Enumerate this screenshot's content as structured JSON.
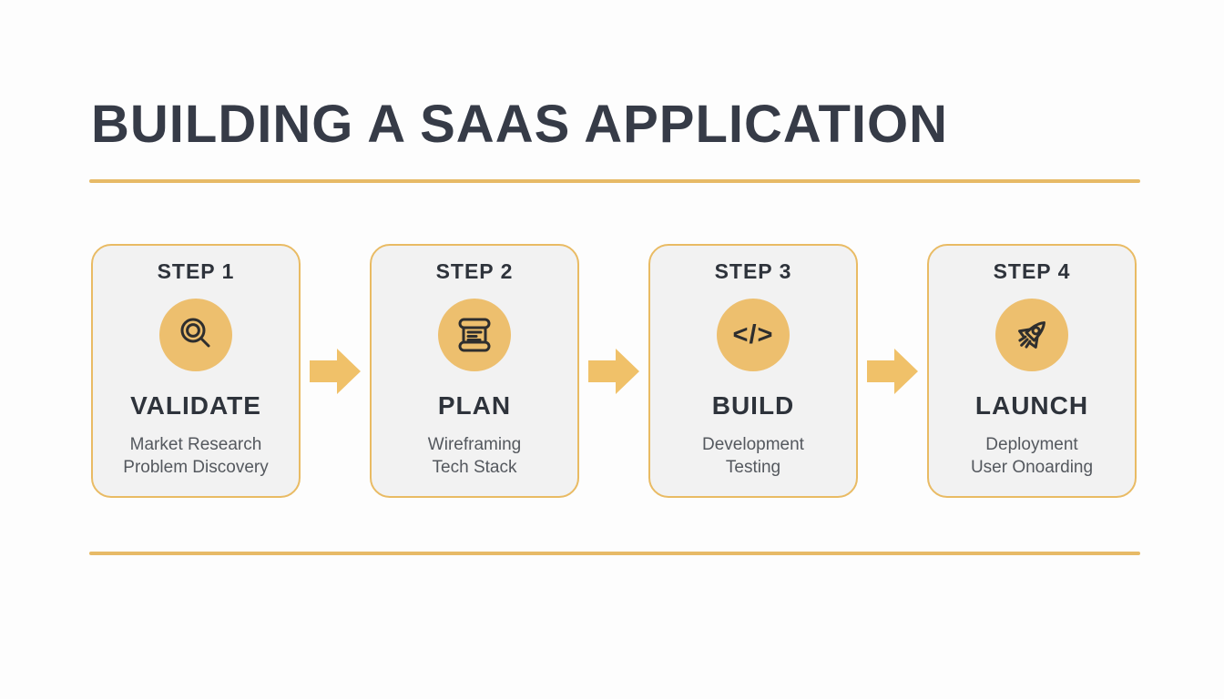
{
  "page": {
    "title": "BUILDING A SAAS APPLICATION"
  },
  "colors": {
    "page_bg": "#fdfdfd",
    "gold": "#e7ba67",
    "arrow_gold": "#f0c169",
    "circle_gold": "#edbf6e",
    "card_bg": "#f2f2f2",
    "card_border": "#e9bb64",
    "title_dark": "#363b47",
    "text_dark": "#2e333b",
    "subtext_gray": "#54585e",
    "icon_stroke": "#2e2e2e"
  },
  "icons": {
    "arrow": "arrow-right-icon",
    "step1": "magnifier-icon",
    "step2": "scroll-icon",
    "step3": "code-icon",
    "step4": "rocket-icon"
  },
  "steps": [
    {
      "step_label": "STEP 1",
      "name": "VALIDATE",
      "detail1": "Market Research",
      "detail2": "Problem Discovery",
      "icon": "magnifier-icon"
    },
    {
      "step_label": "STEP 2",
      "name": "PLAN",
      "detail1": "Wireframing",
      "detail2": "Tech Stack",
      "icon": "scroll-icon"
    },
    {
      "step_label": "STEP 3",
      "name": "BUILD",
      "detail1": "Development",
      "detail2": "Testing",
      "icon": "code-icon",
      "code_glyph": "</>"
    },
    {
      "step_label": "STEP 4",
      "name": "LAUNCH",
      "detail1": "Deployment",
      "detail2": "User Onoarding",
      "icon": "rocket-icon"
    }
  ]
}
